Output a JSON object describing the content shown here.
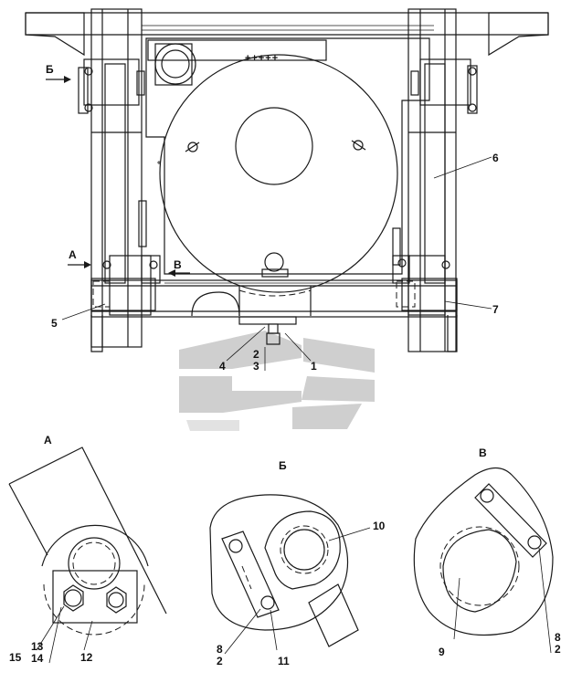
{
  "main_view": {
    "view_marks": {
      "a": "А",
      "b": "Б",
      "v": "В"
    },
    "callouts": {
      "c1": "1",
      "c2": "2",
      "c3": "3",
      "c4": "4",
      "c5": "5",
      "c6": "6",
      "c7": "7"
    }
  },
  "detail_a": {
    "title": "А",
    "callouts": {
      "c12": "12",
      "c13": "13",
      "c14": "14",
      "c15": "15"
    }
  },
  "detail_b": {
    "title": "Б",
    "callouts": {
      "c8": "8",
      "c2": "2",
      "c10": "10",
      "c11": "11"
    }
  },
  "detail_v": {
    "title": "В",
    "callouts": {
      "c8": "8",
      "c2": "2",
      "c9": "9"
    }
  },
  "colors": {
    "line": "#1a1a1a",
    "fill": "#e9e9e9",
    "watermark": "#cfcfcf"
  }
}
